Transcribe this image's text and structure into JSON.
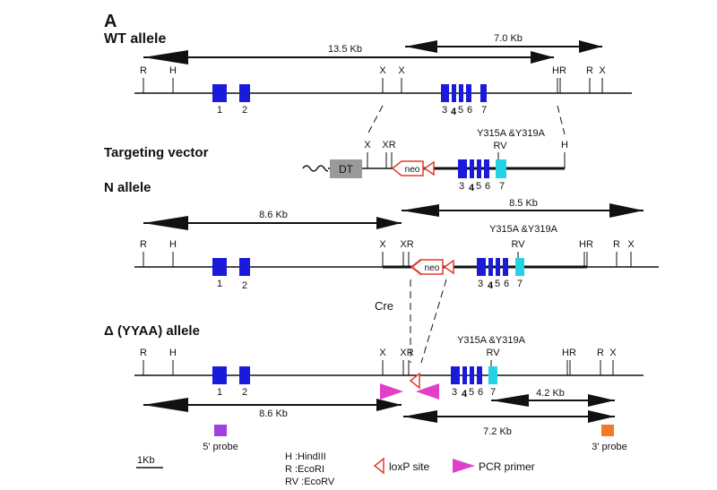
{
  "panel_letter": "A",
  "rows": {
    "wt": {
      "title": "WT allele",
      "dist1": "13.5 Kb",
      "dist2": "7.0 Kb",
      "sites": [
        "R",
        "H",
        "X",
        "X",
        "HR",
        "R",
        "X"
      ],
      "exons": [
        "1",
        "2",
        "3",
        "4",
        "5",
        "6",
        "7"
      ]
    },
    "vector": {
      "title": "Targeting vector",
      "mutation": "Y315A &Y319A",
      "sites": [
        "X",
        "XR",
        "RV",
        "H"
      ],
      "dt": "DT",
      "neo": "neo",
      "exons": [
        "3",
        "4",
        "5",
        "6",
        "7"
      ]
    },
    "n": {
      "title": "N allele",
      "dist1": "8.6 Kb",
      "dist2": "8.5 Kb",
      "mutation": "Y315A &Y319A",
      "sites": [
        "R",
        "H",
        "X",
        "XR",
        "RV",
        "HR",
        "R",
        "X"
      ],
      "neo": "neo",
      "exons": [
        "1",
        "2",
        "3",
        "4",
        "5",
        "6",
        "7"
      ]
    },
    "cre": {
      "label": "Cre"
    },
    "delta": {
      "title": "Δ (YYAA) allele",
      "mutation": "Y315A &Y319A",
      "dist1": "8.6 Kb",
      "dist2": "4.2 Kb",
      "dist3": "7.2 Kb",
      "sites": [
        "R",
        "H",
        "X",
        "XR",
        "RV",
        "HR",
        "R",
        "X"
      ],
      "exons": [
        "1",
        "2",
        "3",
        "4",
        "5",
        "6",
        "7"
      ],
      "probe5": "5' probe",
      "probe3": "3' probe"
    }
  },
  "legend": {
    "scale": "1Kb",
    "enzymes": [
      "H   :HindIII",
      "R   :EcoRI",
      "RV :EcoRV"
    ],
    "loxp": "loxP site",
    "primer": "PCR primer"
  },
  "colors": {
    "exon": "#1a1adb",
    "exon7": "#22d3e6",
    "dt": "#9a9a9a",
    "loxp": "#e8382a",
    "primer": "#e040c8",
    "probe5": "#a040e0",
    "probe3": "#f07a2a"
  }
}
